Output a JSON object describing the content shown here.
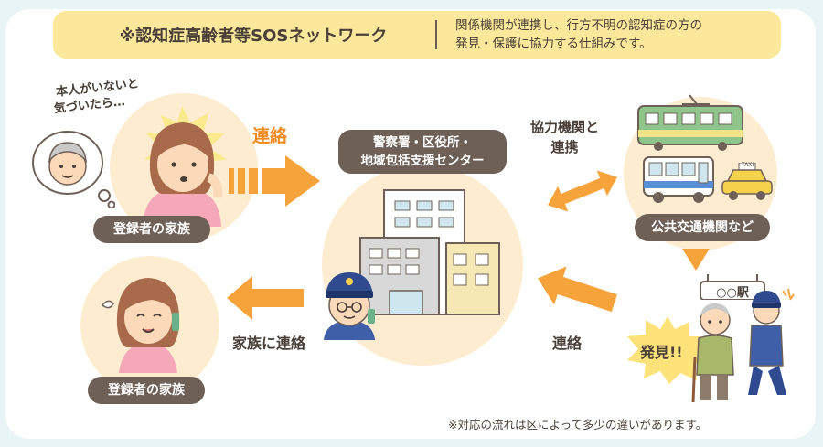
{
  "banner": {
    "title": "※認知症高齢者等SOSネットワーク",
    "desc_line1": "関係機関が連携し、行方不明の認知症の方の",
    "desc_line2": "発見・保護に協力する仕組みです。"
  },
  "family_top": {
    "thought_line1": "本人がいないと",
    "thought_line2": "気づいたら…",
    "label": "登録者の家族"
  },
  "family_bottom": {
    "label": "登録者の家族"
  },
  "center": {
    "label_line1": "警察署・区役所・",
    "label_line2": "地域包括支援センター"
  },
  "transport": {
    "label": "公共交通機関など",
    "taxi_sign": "TAXI"
  },
  "discovery": {
    "burst_text": "発見!!",
    "station_sign": "○○駅"
  },
  "arrows": {
    "contact_top": "連絡",
    "cooperate_line1": "協力機関と",
    "cooperate_line2": "連携",
    "contact_right": "連絡",
    "contact_family": "家族に連絡"
  },
  "footnote": "※対応の流れは区によって多少の違いがあります。",
  "colors": {
    "banner": "#fbe89a",
    "circle": "#fdecd0",
    "pill": "#6f6057",
    "arrow": "#f7a33c",
    "burst": "#fde27a"
  }
}
